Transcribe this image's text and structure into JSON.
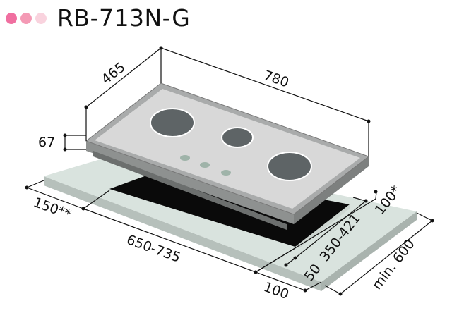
{
  "header": {
    "title": "RB-713N-G",
    "dots": [
      "#f06fa0",
      "#f49ab5",
      "#f9d3de"
    ]
  },
  "dimensions": {
    "width": "780",
    "depth": "465",
    "height": "67",
    "left_clearance": "150**",
    "cutout_width": "650-735",
    "front_clearance": "100",
    "front_gap": "50",
    "cutout_depth": "350-421",
    "back_clearance": "100*",
    "counter_depth": "min. 600"
  },
  "colors": {
    "countertop": "#d9e3de",
    "countertop_edge": "#b6c0bb",
    "cutout": "#0a0a0a",
    "glass": "#d6d6d6",
    "burner": "#5e6466"
  }
}
